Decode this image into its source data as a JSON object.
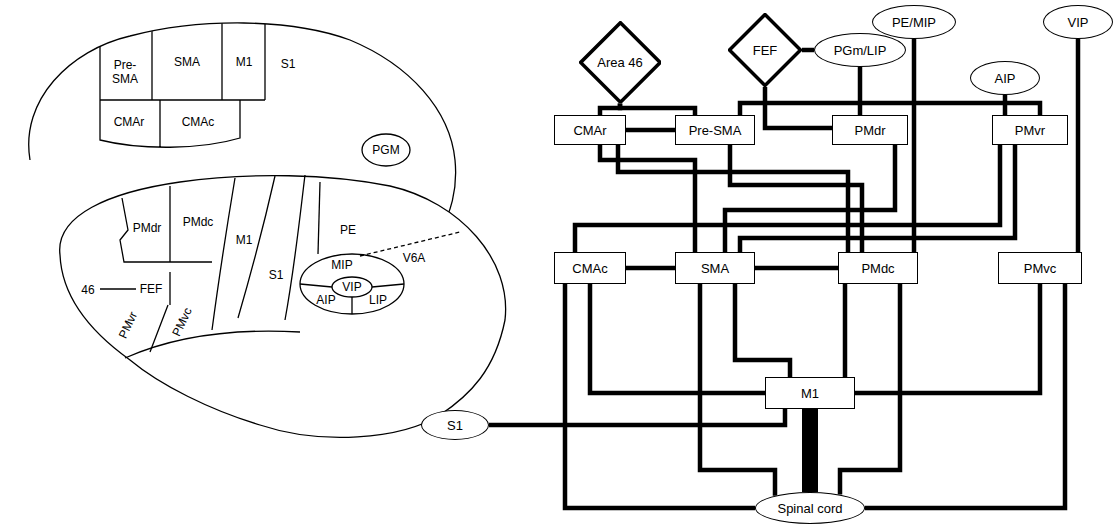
{
  "diagram": {
    "nodes": [
      {
        "text": [
          "PE/MIP"
        ]
      },
      {
        "text": [
          "VIP"
        ]
      },
      {
        "text": [
          "Area 46"
        ]
      },
      {
        "text": [
          "FEF"
        ]
      },
      {
        "text": [
          "PGm/LIP"
        ]
      },
      {
        "text": [
          "AIP"
        ]
      },
      {
        "text": [
          "CMAr"
        ]
      },
      {
        "text": [
          "Pre-SMA"
        ]
      },
      {
        "text": [
          "PMdr"
        ]
      },
      {
        "text": [
          "PMvr"
        ]
      },
      {
        "text": [
          "CMAc"
        ]
      },
      {
        "text": [
          "SMA"
        ]
      },
      {
        "text": [
          "PMdc"
        ]
      },
      {
        "text": [
          "PMvc"
        ]
      },
      {
        "text": [
          "M1"
        ]
      },
      {
        "text": [
          "S1"
        ]
      },
      {
        "text": [
          "Spinal cord"
        ]
      }
    ],
    "edges": [
      {
        "from": 2,
        "to": 6,
        "arrow": "none"
      },
      {
        "from": 2,
        "to": 7,
        "arrow": "none"
      },
      {
        "from": 3,
        "to": 4,
        "arrow": "none"
      },
      {
        "from": 3,
        "to": 8,
        "arrow": "none"
      },
      {
        "from": 4,
        "to": 8,
        "arrow": "none"
      },
      {
        "from": 0,
        "to": 12,
        "arrow": "none"
      },
      {
        "from": 1,
        "to": 13,
        "arrow": "none"
      },
      {
        "from": 5,
        "to": 9,
        "arrow": "none"
      },
      {
        "from": 6,
        "to": 7,
        "arrow": "none"
      },
      {
        "from": 7,
        "to": 9,
        "arrow": "none"
      },
      {
        "from": 6,
        "to": 11,
        "arrow": "none"
      },
      {
        "from": 6,
        "to": 12,
        "arrow": "none"
      },
      {
        "from": 7,
        "to": 12,
        "arrow": "none"
      },
      {
        "from": 8,
        "to": 11,
        "arrow": "none"
      },
      {
        "from": 9,
        "to": 10,
        "arrow": "none"
      },
      {
        "from": 9,
        "to": 11,
        "arrow": "none"
      },
      {
        "from": 10,
        "to": 11,
        "arrow": "none"
      },
      {
        "from": 11,
        "to": 12,
        "arrow": "none"
      },
      {
        "from": 10,
        "to": 14,
        "arrow": "none"
      },
      {
        "from": 11,
        "to": 14,
        "arrow": "none"
      },
      {
        "from": 12,
        "to": 14,
        "arrow": "none"
      },
      {
        "from": 13,
        "to": 14,
        "arrow": "none"
      },
      {
        "from": 15,
        "to": 14,
        "arrow": "none"
      },
      {
        "from": 14,
        "to": 16,
        "arrow": "none"
      },
      {
        "from": 10,
        "to": 16,
        "arrow": "none"
      },
      {
        "from": 11,
        "to": 16,
        "arrow": "none"
      },
      {
        "from": 12,
        "to": 16,
        "arrow": "none"
      },
      {
        "from": 13,
        "to": 16,
        "arrow": "none"
      }
    ],
    "labels": [
      "Pre-SMA",
      "SMA",
      "M1",
      "S1",
      "CMAr",
      "CMAc",
      "PGM",
      "PMdr",
      "PMdc",
      "46",
      "FEF",
      "PMvr",
      "PMvc",
      "M1",
      "S1",
      "PE",
      "MIP",
      "V6A",
      "VIP",
      "AIP",
      "LIP"
    ]
  }
}
